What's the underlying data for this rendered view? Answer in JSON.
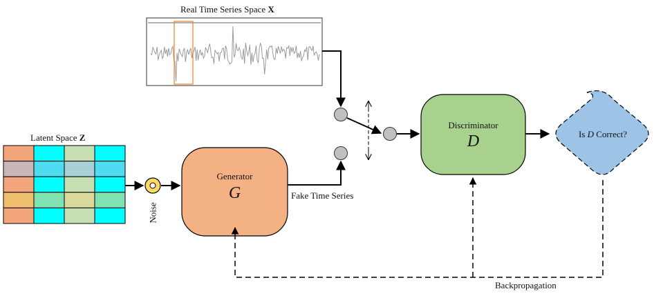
{
  "real_series": {
    "title_prefix": "Real Time Series Space ",
    "title_symbol": "X"
  },
  "latent": {
    "title_prefix": "Latent Space ",
    "title_symbol": "Z",
    "grid_colors": [
      [
        "#f3a67c",
        "#00ffff",
        "#c6e0b4",
        "#00ffff"
      ],
      [
        "#c9b6b9",
        "#4fdcf0",
        "#a8d0d6",
        "#4fdcf0"
      ],
      [
        "#f3a67c",
        "#00ffff",
        "#c6e0b4",
        "#00ffff"
      ],
      [
        "#f0c070",
        "#7ee3b0",
        "#d8d99a",
        "#7ee3b0"
      ],
      [
        "#f3a67c",
        "#00ffff",
        "#c6e0b4",
        "#00ffff"
      ]
    ]
  },
  "noise_label": "Noise",
  "generator": {
    "title": "Generator",
    "symbol": "G",
    "color": "#f4b183"
  },
  "fake_label": "Fake Time Series",
  "discriminator": {
    "title": "Discriminator",
    "symbol": "D",
    "color": "#a9d18e"
  },
  "decision": {
    "prefix": "Is ",
    "symbol": "D",
    "suffix": " Correct?",
    "color": "#9dc3e6"
  },
  "backprop_label": "Backpropagation",
  "colors": {
    "switch_node": "#c0c0c0",
    "noise_ring": "#ffd966",
    "window_highlight": "#ed7d31",
    "signal": "#9a9a9a"
  }
}
